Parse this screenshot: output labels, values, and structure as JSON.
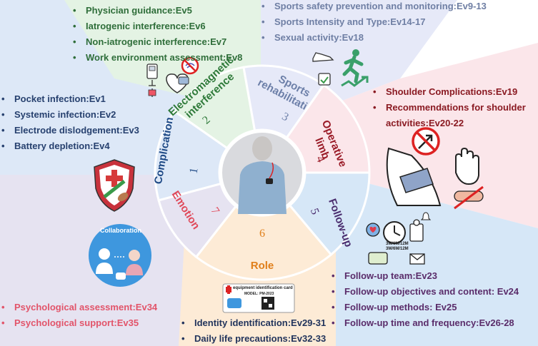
{
  "segments": [
    {
      "number": "1",
      "title_lines": [
        "Complication"
      ],
      "color": "#1f4a86"
    },
    {
      "number": "2",
      "title_lines": [
        "Electromagnetic",
        "interference"
      ],
      "color": "#2f7a3a"
    },
    {
      "number": "3",
      "title_lines": [
        "Sports",
        "rehabilitation"
      ],
      "color": "#6c7fa8"
    },
    {
      "number": "4",
      "title_lines": [
        "Operative",
        "limb"
      ],
      "color": "#9a1b27"
    },
    {
      "number": "5",
      "title_lines": [
        "Follow-up"
      ],
      "color": "#4a2d6e"
    },
    {
      "number": "6",
      "title_lines": [
        "Role"
      ],
      "color": "#e07f1a"
    },
    {
      "number": "7",
      "title_lines": [
        "Emotion"
      ],
      "color": "#e0495a"
    }
  ],
  "panels": {
    "electromagnetic": {
      "items": [
        "Physician guidance:Ev5",
        "Iatrogenic interference:Ev6",
        "Non-iatrogenic interference:Ev7",
        "Work environment assessment:Ev8"
      ]
    },
    "sports": {
      "items": [
        "Sports safety prevention and monitoring:Ev9-13",
        "Sports Intensity and Type:Ev14-17",
        "Sexual activity:Ev18"
      ]
    },
    "complication": {
      "items": [
        "Pocket infection:Ev1",
        "Systemic infection:Ev2",
        "Electrode dislodgement:Ev3",
        "Battery depletion:Ev4"
      ]
    },
    "operative_limb": {
      "items": [
        "Shoulder Complications:Ev19",
        "Recommendations for shoulder activities:Ev20-22"
      ]
    },
    "followup": {
      "items": [
        "Follow-up team:Ev23",
        "Follow-up objectives and content: Ev24",
        "Follow-up methods: Ev25",
        "Follow-up time and frequency:Ev26-28"
      ]
    },
    "emotion": {
      "items": [
        "Psychological assessment:Ev34",
        "Psychological support:Ev35"
      ]
    },
    "role": {
      "items": [
        "Identity identification:Ev29-31",
        "Daily life precautions:Ev32-33"
      ]
    }
  },
  "collaboration_label": "Collaboration",
  "id_card": {
    "title": "equipment identification card",
    "model": "MODEL: PM-2023"
  },
  "followup_schedule": [
    "3M/6M/12M",
    "3M/6M/12M"
  ],
  "colors": {
    "green_bg": "#e4f3e4",
    "blue_bg": "#dde8f7",
    "sports_bg": "#e6e9f8",
    "pink_bg": "#fbe6ea",
    "followup_bg": "#d6e7f7",
    "orange_bg": "#fdebd6",
    "emotion_bg": "#e6e3f1"
  }
}
